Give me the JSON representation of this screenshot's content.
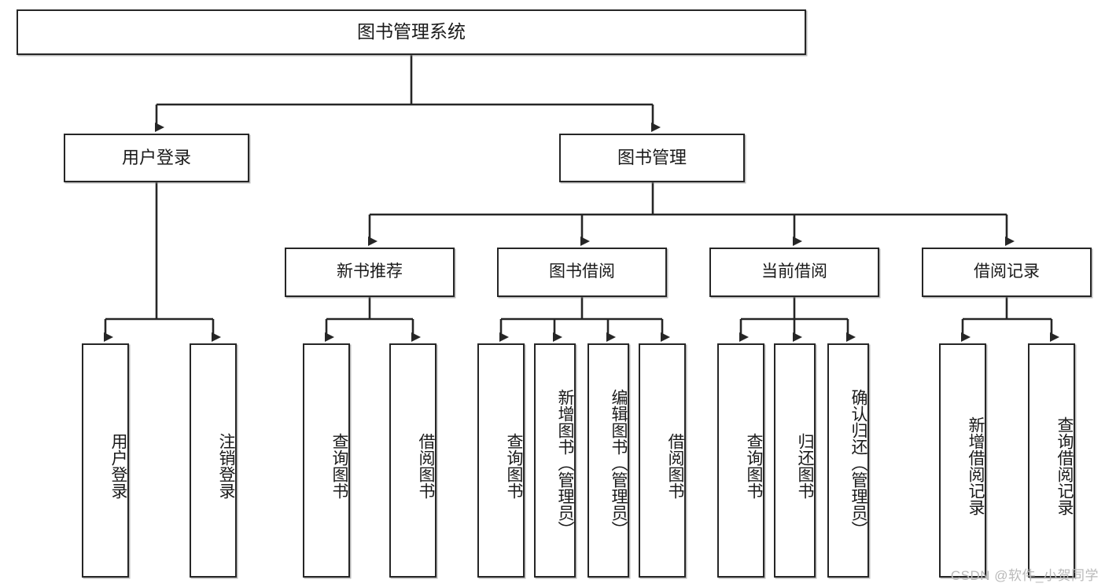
{
  "diagram": {
    "title": "图书管理系统",
    "watermark": "CSDN @软件_小贺同学",
    "root": {
      "label": "图书管理系统"
    },
    "level1": [
      {
        "id": "user-login",
        "label": "用户登录"
      },
      {
        "id": "book-manage",
        "label": "图书管理"
      }
    ],
    "level2": [
      {
        "id": "new-book-recommend",
        "label": "新书推荐"
      },
      {
        "id": "book-borrow",
        "label": "图书借阅"
      },
      {
        "id": "current-borrow",
        "label": "当前借阅"
      },
      {
        "id": "borrow-record",
        "label": "借阅记录"
      }
    ],
    "leaves": [
      {
        "id": "leaf-user-login",
        "label": "用户登录",
        "parent": "user-login"
      },
      {
        "id": "leaf-user-logout",
        "label": "注销登录",
        "parent": "user-login"
      },
      {
        "id": "leaf-query-book-1",
        "label": "查询图书",
        "parent": "new-book-recommend"
      },
      {
        "id": "leaf-borrow-book-1",
        "label": "借阅图书",
        "parent": "new-book-recommend"
      },
      {
        "id": "leaf-query-book-2",
        "label": "查询图书",
        "parent": "book-borrow"
      },
      {
        "id": "leaf-add-book",
        "label": "新增图书（管理员）",
        "parent": "book-borrow"
      },
      {
        "id": "leaf-edit-book",
        "label": "编辑图书（管理员）",
        "parent": "book-borrow"
      },
      {
        "id": "leaf-borrow-book-2",
        "label": "借阅图书",
        "parent": "book-borrow"
      },
      {
        "id": "leaf-query-book-3",
        "label": "查询图书",
        "parent": "current-borrow"
      },
      {
        "id": "leaf-return-book",
        "label": "归还图书",
        "parent": "current-borrow"
      },
      {
        "id": "leaf-confirm-return",
        "label": "确认归还（管理员）",
        "parent": "current-borrow"
      },
      {
        "id": "leaf-add-record",
        "label": "新增借阅记录",
        "parent": "borrow-record"
      },
      {
        "id": "leaf-query-record",
        "label": "查询借阅记录",
        "parent": "borrow-record"
      }
    ],
    "colors": {
      "stroke": "#262626",
      "fill": "#ffffff",
      "text": "#1a1a1a",
      "watermark": "#b9b9b9"
    }
  }
}
